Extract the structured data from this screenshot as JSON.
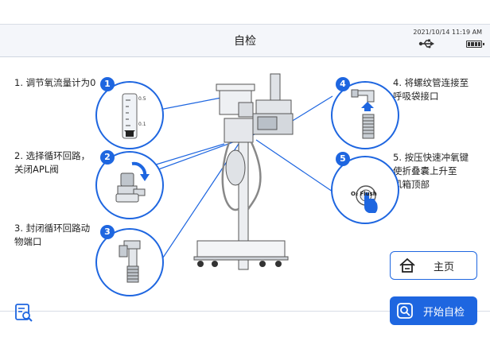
{
  "header": {
    "title": "自检",
    "datetime": "2021/10/14 11:19  AM"
  },
  "steps": [
    {
      "number": "1",
      "line1": "1. 调节氧流量计为0",
      "line2": ""
    },
    {
      "number": "2",
      "line1": "2. 选择循环回路，",
      "line2": "关闭APL阀"
    },
    {
      "number": "3",
      "line1": "3. 封闭循环回路动",
      "line2": "物端口"
    },
    {
      "number": "4",
      "line1": "4. 将螺纹管连接至",
      "line2": "呼吸袋接口"
    },
    {
      "number": "5",
      "line1": "5. 按压快速冲氧键",
      "line2": "使折叠囊上升至",
      "line3": "风箱顶部"
    }
  ],
  "flowmeter_marks": {
    "top": "0.5",
    "bottom": "0.1"
  },
  "o2_flush_label": "O₂ Flush",
  "buttons": {
    "home": "主页",
    "start": "开始自检"
  },
  "icons": [
    "usb-icon",
    "battery-icon",
    "home-icon",
    "start-check-icon",
    "report-search-icon"
  ],
  "colors": {
    "accent": "#1e66e0",
    "header_bg": "#f4f6fa"
  }
}
